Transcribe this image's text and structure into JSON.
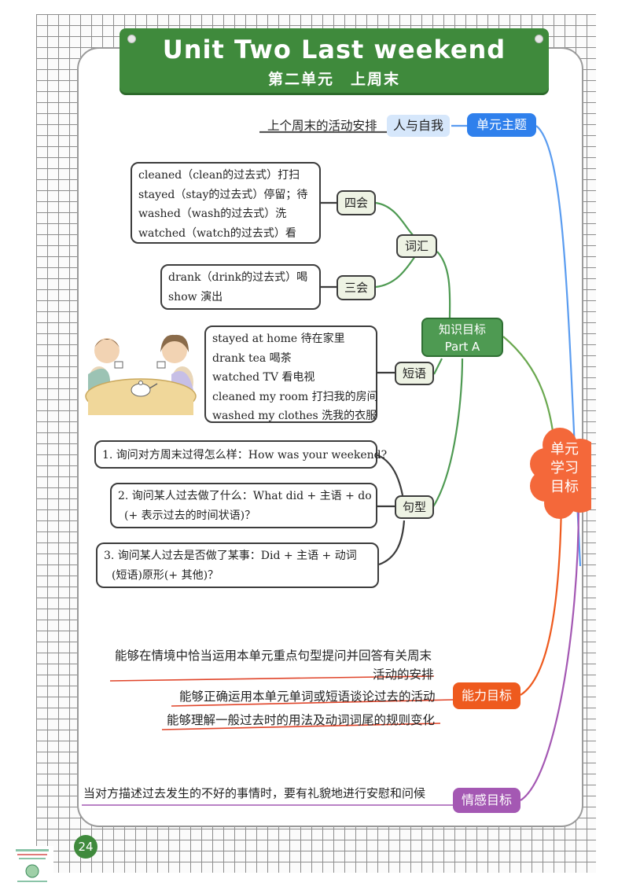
{
  "title": {
    "english": "Unit Two  Last weekend",
    "chinese": "第二单元　上周末"
  },
  "theme": {
    "text": "上个周末的活动安排",
    "category": "人与自我",
    "label": "单元主题"
  },
  "vocabulary": {
    "label": "词汇",
    "four_skills": {
      "label": "四会",
      "items": [
        "cleaned（clean的过去式）打扫",
        "stayed（stay的过去式）停留；待",
        "washed（wash的过去式）洗",
        "watched（watch的过去式）看"
      ]
    },
    "three_skills": {
      "label": "三会",
      "items": [
        "drank（drink的过去式）喝",
        "show 演出"
      ]
    }
  },
  "knowledge_goal": {
    "line1": "知识目标",
    "line2": "Part A"
  },
  "phrases": {
    "label": "短语",
    "items": [
      "stayed at home 待在家里",
      "drank tea 喝茶",
      "watched TV 看电视",
      "cleaned my room 打扫我的房间",
      "washed my clothes 洗我的衣服"
    ]
  },
  "sentences": {
    "label": "句型",
    "s1": "1. 询问对方周末过得怎么样：How was your weekend?",
    "s2_l1": "2. 询问某人过去做了什么：What did + 主语 + do",
    "s2_l2": "(+ 表示过去的时间状语)？",
    "s3_l1": "3. 询问某人过去是否做了某事：Did + 主语 + 动词",
    "s3_l2": "(短语)原形(+ 其他)？"
  },
  "unit_goal": {
    "line1": "单元",
    "line2": "学习",
    "line3": "目标"
  },
  "ability": {
    "label": "能力目标",
    "line1a": "能够在情境中恰当运用本单元重点句型提问并回答有关周末",
    "line1b": "活动的安排",
    "line2": "能够正确运用本单元单词或短语谈论过去的活动",
    "line3": "能够理解一般过去时的用法及动词词尾的规则变化"
  },
  "emotion": {
    "label": "情感目标",
    "text": "当对方描述过去发生的不好的事情时，要有礼貌地进行安慰和问候"
  },
  "page_number": "24",
  "colors": {
    "green": "#3f8a3c",
    "blue": "#2f80ec",
    "orange": "#ee5a1e",
    "purple": "#a458b3",
    "cloud": "#f4683a"
  }
}
